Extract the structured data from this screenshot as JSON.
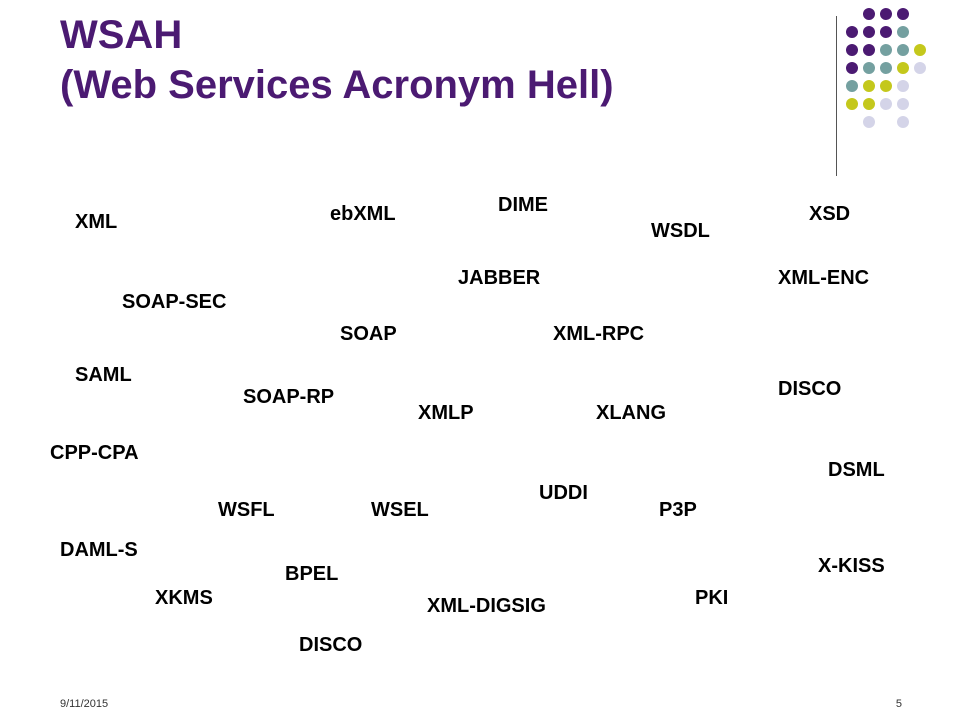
{
  "slide": {
    "title_line1": "WSAH",
    "title_line2": "(Web Services Acronym Hell)",
    "footer_date": "9/11/2015",
    "page_number": "5"
  },
  "colors": {
    "title": "#4b1a72",
    "dot_purple": "#4b1a72",
    "dot_teal": "#74a0a0",
    "dot_lime": "#c4c81c",
    "dot_lavender": "#d4d4e8"
  },
  "terms": [
    "XML",
    "ebXML",
    "DIME",
    "WSDL",
    "XSD",
    "JABBER",
    "XML-ENC",
    "SOAP-SEC",
    "SOAP",
    "XML-RPC",
    "SAML",
    "SOAP-RP",
    "DISCO",
    "XMLP",
    "XLANG",
    "CPP-CPA",
    "DSML",
    "UDDI",
    "WSFL",
    "WSEL",
    "P3P",
    "DAML-S",
    "X-KISS",
    "BPEL",
    "XKMS",
    "PKI",
    "XML-DIGSIG",
    "DISCO"
  ]
}
